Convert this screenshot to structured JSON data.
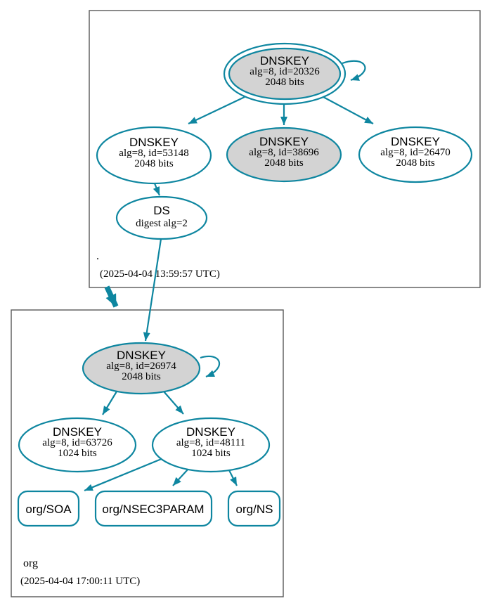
{
  "colors": {
    "secure_edge": "#0e86a0",
    "ksk_fill": "#d3d3d3",
    "node_fill": "#ffffff",
    "zone_border": "#585858",
    "text": "#000000"
  },
  "zones": {
    "root": {
      "label": ".",
      "timestamp": "(2025-04-04 13:59:57 UTC)",
      "nodes": {
        "ksk": {
          "title": "DNSKEY",
          "line2": "alg=8, id=20326",
          "line3": "2048 bits"
        },
        "zsk1": {
          "title": "DNSKEY",
          "line2": "alg=8, id=53148",
          "line3": "2048 bits"
        },
        "zsk2": {
          "title": "DNSKEY",
          "line2": "alg=8, id=38696",
          "line3": "2048 bits"
        },
        "zsk3": {
          "title": "DNSKEY",
          "line2": "alg=8, id=26470",
          "line3": "2048 bits"
        },
        "ds": {
          "title": "DS",
          "line2": "digest alg=2"
        }
      }
    },
    "org": {
      "label": "org",
      "timestamp": "(2025-04-04 17:00:11 UTC)",
      "nodes": {
        "ksk": {
          "title": "DNSKEY",
          "line2": "alg=8, id=26974",
          "line3": "2048 bits"
        },
        "zsk1": {
          "title": "DNSKEY",
          "line2": "alg=8, id=63726",
          "line3": "1024 bits"
        },
        "zsk2": {
          "title": "DNSKEY",
          "line2": "alg=8, id=48111",
          "line3": "1024 bits"
        },
        "rrset_soa": {
          "label": "org/SOA"
        },
        "rrset_nsec3param": {
          "label": "org/NSEC3PARAM"
        },
        "rrset_ns": {
          "label": "org/NS"
        }
      }
    }
  }
}
